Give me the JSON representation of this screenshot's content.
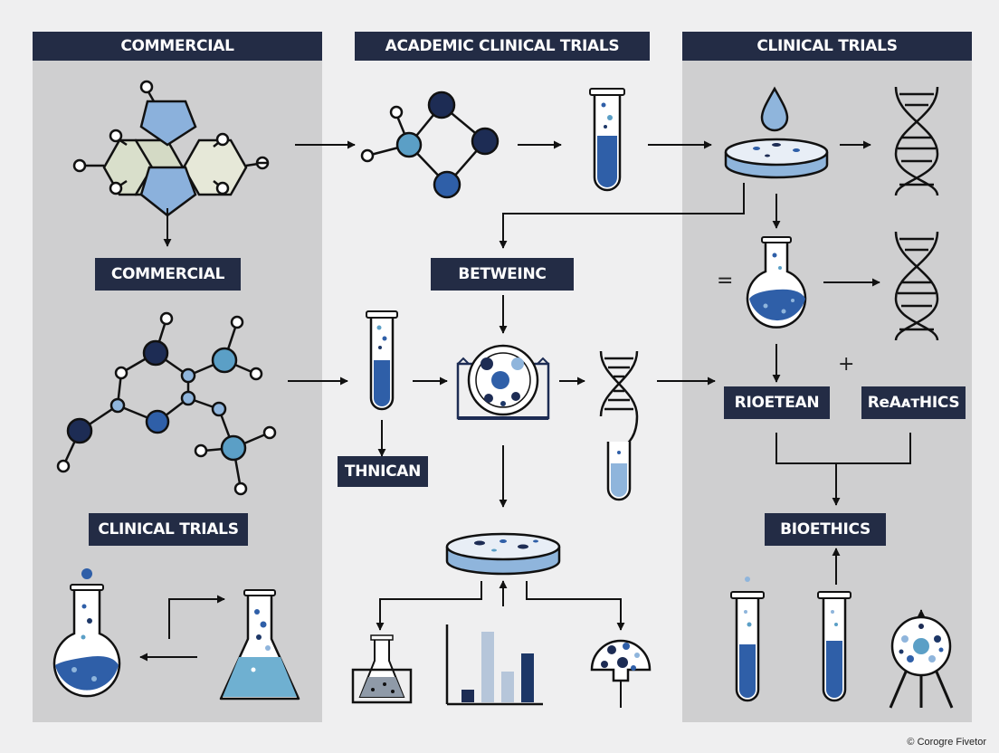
{
  "columns": {
    "left": {
      "header": "COMMERCIAL"
    },
    "middle": {
      "header": "ACADEMIC CLINICAL TRIALS"
    },
    "right": {
      "header": "CLINICAL TRIALS"
    }
  },
  "labels": {
    "commercial": "COMMERCIAL",
    "between": "BETWEINC",
    "clinical_trials": "CLINICAL TRIALS",
    "technician": "THNICAN",
    "protean": "RIOETEAN",
    "reaethics": "ReAᴀтHICS",
    "bioethics": "BIOETHICS"
  },
  "symbols": {
    "equals": "=",
    "plus": "+"
  },
  "footer": {
    "copyright": "© Corogre Fivetor"
  },
  "colors": {
    "panel": "#cfcfd0",
    "background": "#efeff0",
    "label": "#232c45",
    "navy": "#1d3767",
    "blue": "#2f5fa8",
    "light_blue": "#a9c6e4",
    "teal": "#5b9fc6"
  }
}
